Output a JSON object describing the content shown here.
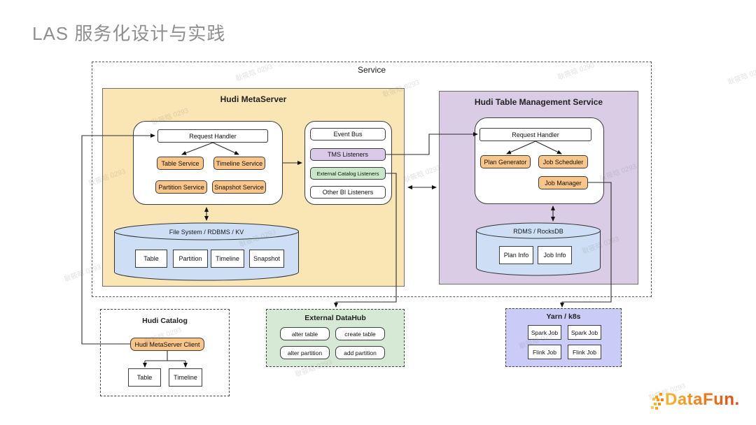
{
  "page": {
    "title": "LAS 服务化设计与实践"
  },
  "watermark": {
    "text": "耿筱晗 0293"
  },
  "logo": {
    "text": "DataFun."
  },
  "service": {
    "label": "Service",
    "metaserver": {
      "title": "Hudi MetaServer",
      "request_handler": "Request Handler",
      "services": [
        "Table Service",
        "Timeline Service",
        "Partition Service",
        "Snapshot Service"
      ],
      "storage": {
        "label": "File System /  RDBMS /  KV",
        "items": [
          "Table",
          "Partition",
          "Timeline",
          "Snapshot"
        ]
      }
    },
    "event_bus": {
      "items": [
        "Event Bus",
        "TMS Listeners",
        "External Catalog Listeners",
        "Other BI Listeners"
      ]
    },
    "tms": {
      "title": "Hudi Table Management Service",
      "request_handler": "Request Handler",
      "plan_generator": "Plan Generator",
      "job_scheduler": "Job Scheduler",
      "job_manager": "Job Manager",
      "storage": {
        "label": "RDMS / RocksDB",
        "items": [
          "Plan Info",
          "Job Info"
        ]
      }
    }
  },
  "hudi_catalog": {
    "title": "Hudi Catalog",
    "client": "Hudi MetaServer Client",
    "items": [
      "Table",
      "Timeline"
    ]
  },
  "external_datahub": {
    "title": "External DataHub",
    "items": [
      "alter table",
      "create table",
      "alter partition",
      "add partition"
    ]
  },
  "yarn_k8s": {
    "title": "Yarn / k8s",
    "items": [
      "Spark Job",
      "Spark Job",
      "Flink Job",
      "Flink Job"
    ]
  },
  "colors": {
    "metaserver_fill": "#FAE6B4",
    "tms_fill": "#D9CCE4",
    "orange": "#F9C588",
    "cylinder_fill": "#CEDFF5",
    "listener_purple": "#D9CBE8",
    "listener_green": "#C9E7C6",
    "datahub_fill": "#D6E9D5",
    "yarn_fill": "#CBCBF7"
  }
}
